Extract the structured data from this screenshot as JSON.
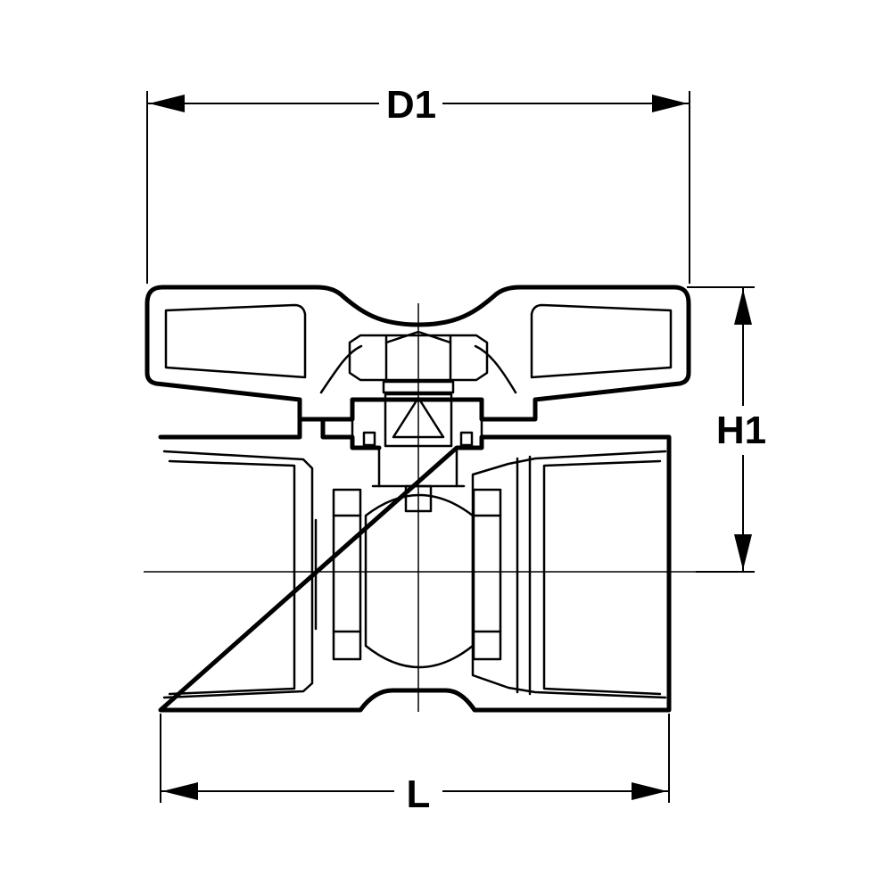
{
  "diagram": {
    "labels": {
      "overall_width": "D1",
      "height": "H1",
      "length": "L"
    }
  }
}
